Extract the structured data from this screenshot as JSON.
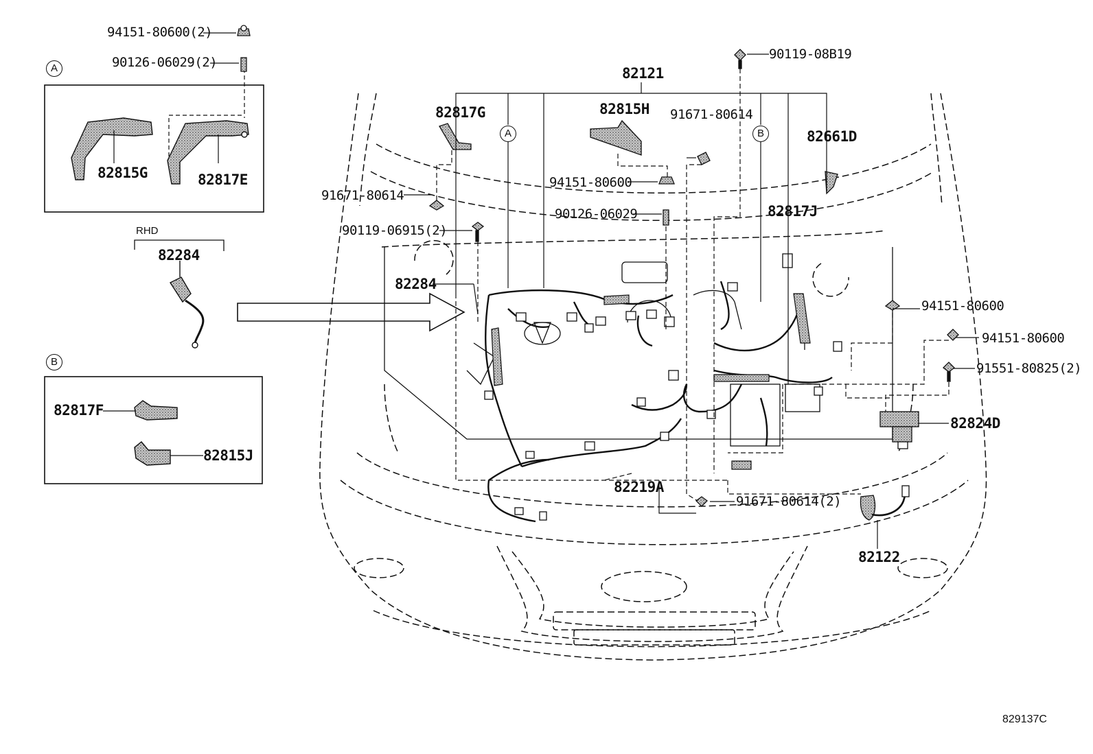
{
  "labels": {
    "p_94151_80600_2": "94151-80600(2)",
    "p_90126_06029_2": "90126-06029(2)",
    "p_82815G": "82815G",
    "p_82817E": "82817E",
    "rhd": "RHD",
    "p_82284_rhd": "82284",
    "p_82817F": "82817F",
    "p_82815J": "82815J",
    "p_82121": "82121",
    "p_90119_08B19": "90119-08B19",
    "p_82817G": "82817G",
    "p_82815H": "82815H",
    "p_91671_80614_top": "91671-80614",
    "p_82661D": "82661D",
    "p_91671_80614_left": "91671-80614",
    "p_94151_80600_mid": "94151-80600",
    "p_90126_06029": "90126-06029",
    "p_82817J": "82817J",
    "p_90119_06915_2": "90119-06915(2)",
    "p_82284_main": "82284",
    "p_94151_80600_r1": "94151-80600",
    "p_94151_80600_r2": "94151-80600",
    "p_91551_80825_2": "91551-80825(2)",
    "p_82824D": "82824D",
    "p_82219A": "82219A",
    "p_91671_80614_2": "91671-80614(2)",
    "p_82122": "82122",
    "figure_code": "829137C"
  },
  "callouts": {
    "detail_A": "A",
    "detail_B": "B",
    "harness_A": "A",
    "harness_B": "B"
  },
  "colors": {
    "line": "#111111",
    "fill": "#9a9a9a",
    "background": "#ffffff"
  }
}
